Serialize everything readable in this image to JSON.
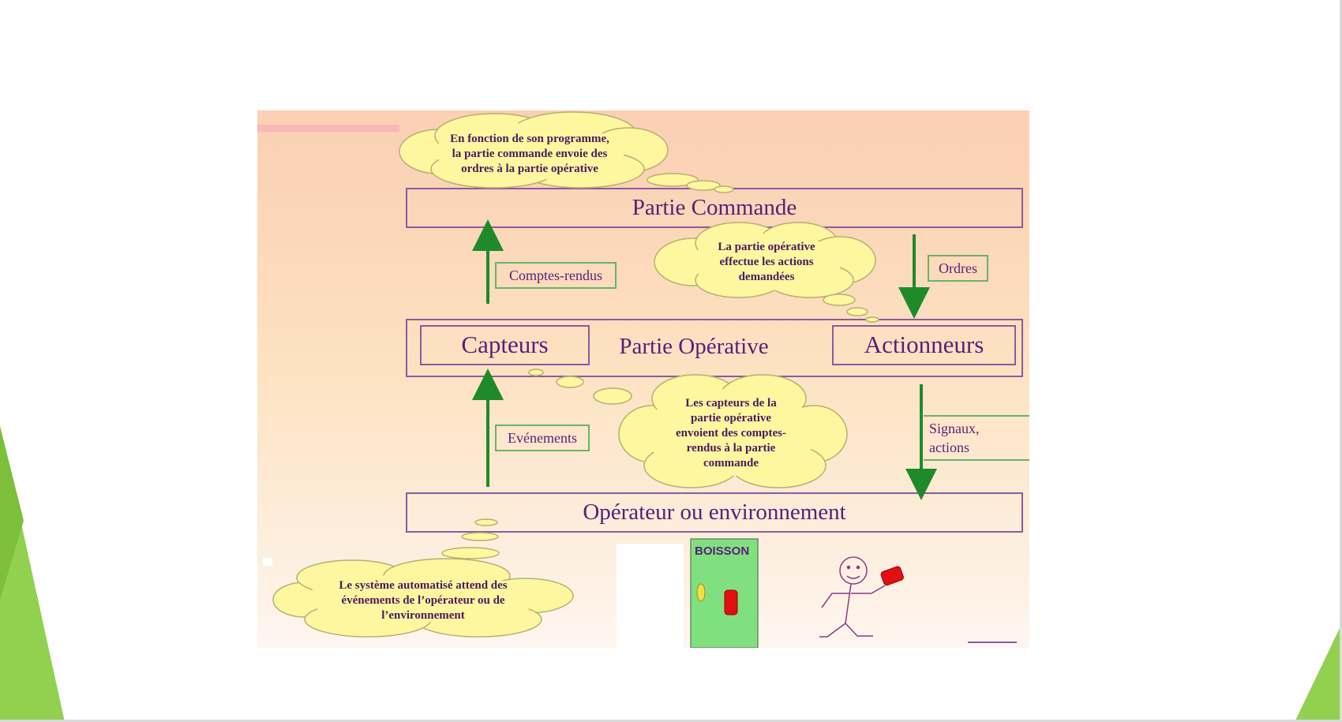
{
  "diagram": {
    "partie_commande": "Partie Commande",
    "partie_operative": "Partie Opérative",
    "capteurs": "Capteurs",
    "actionneurs": "Actionneurs",
    "operateur": "Opérateur ou environnement",
    "comptes_rendus": "Comptes-rendus",
    "ordres": "Ordres",
    "evenements": "Evénements",
    "signaux_line1": "Signaux,",
    "signaux_line2": "actions",
    "bubble_top": "En fonction de son programme,\nla partie commande envoie des\nordres à la partie opérative",
    "bubble_actions": "La partie opérative\neffectue les actions\ndemandées",
    "bubble_capteurs": "Les capteurs de la\npartie opérative\nenvoient des comptes-\nrendus à la partie\ncommande",
    "bubble_system": "Le système automatisé attend des\névénements de l’opérateur ou de\nl’environnement",
    "boisson": "BOISSON"
  },
  "colors": {
    "box_border": "#8a5aa0",
    "text_purple": "#5a1e78",
    "arrow_green": "#1f8a2a",
    "label_border": "#66b36a",
    "bubble_fill": "#fff6a0",
    "machine_green": "#80e080",
    "can_red": "#e01010",
    "slide_accent": "#92d050"
  }
}
